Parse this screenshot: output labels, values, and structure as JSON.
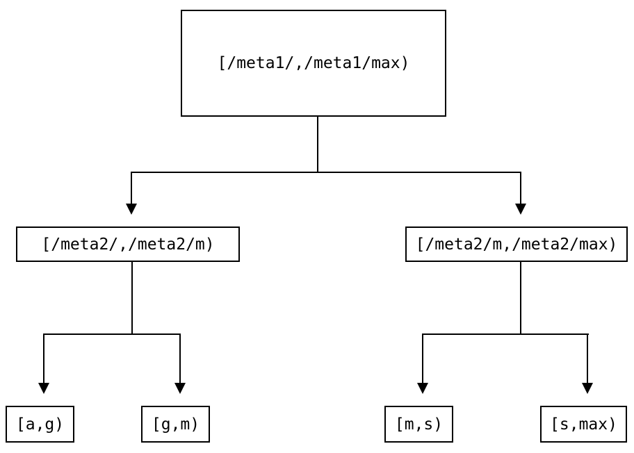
{
  "diagram": {
    "background_color": "#ffffff",
    "line_color": "#000000",
    "text_color": "#000000",
    "nodes": {
      "root": {
        "label": "[/meta1/,/meta1/max)"
      },
      "meta2_low": {
        "label": "[/meta2/,/meta2/m)"
      },
      "meta2_high": {
        "label": "[/meta2/m,/meta2/max)"
      },
      "leaf_a_g": {
        "label": "[a,g)"
      },
      "leaf_g_m": {
        "label": "[g,m)"
      },
      "leaf_m_s": {
        "label": "[m,s)"
      },
      "leaf_s_max": {
        "label": "[s,max)"
      }
    }
  }
}
